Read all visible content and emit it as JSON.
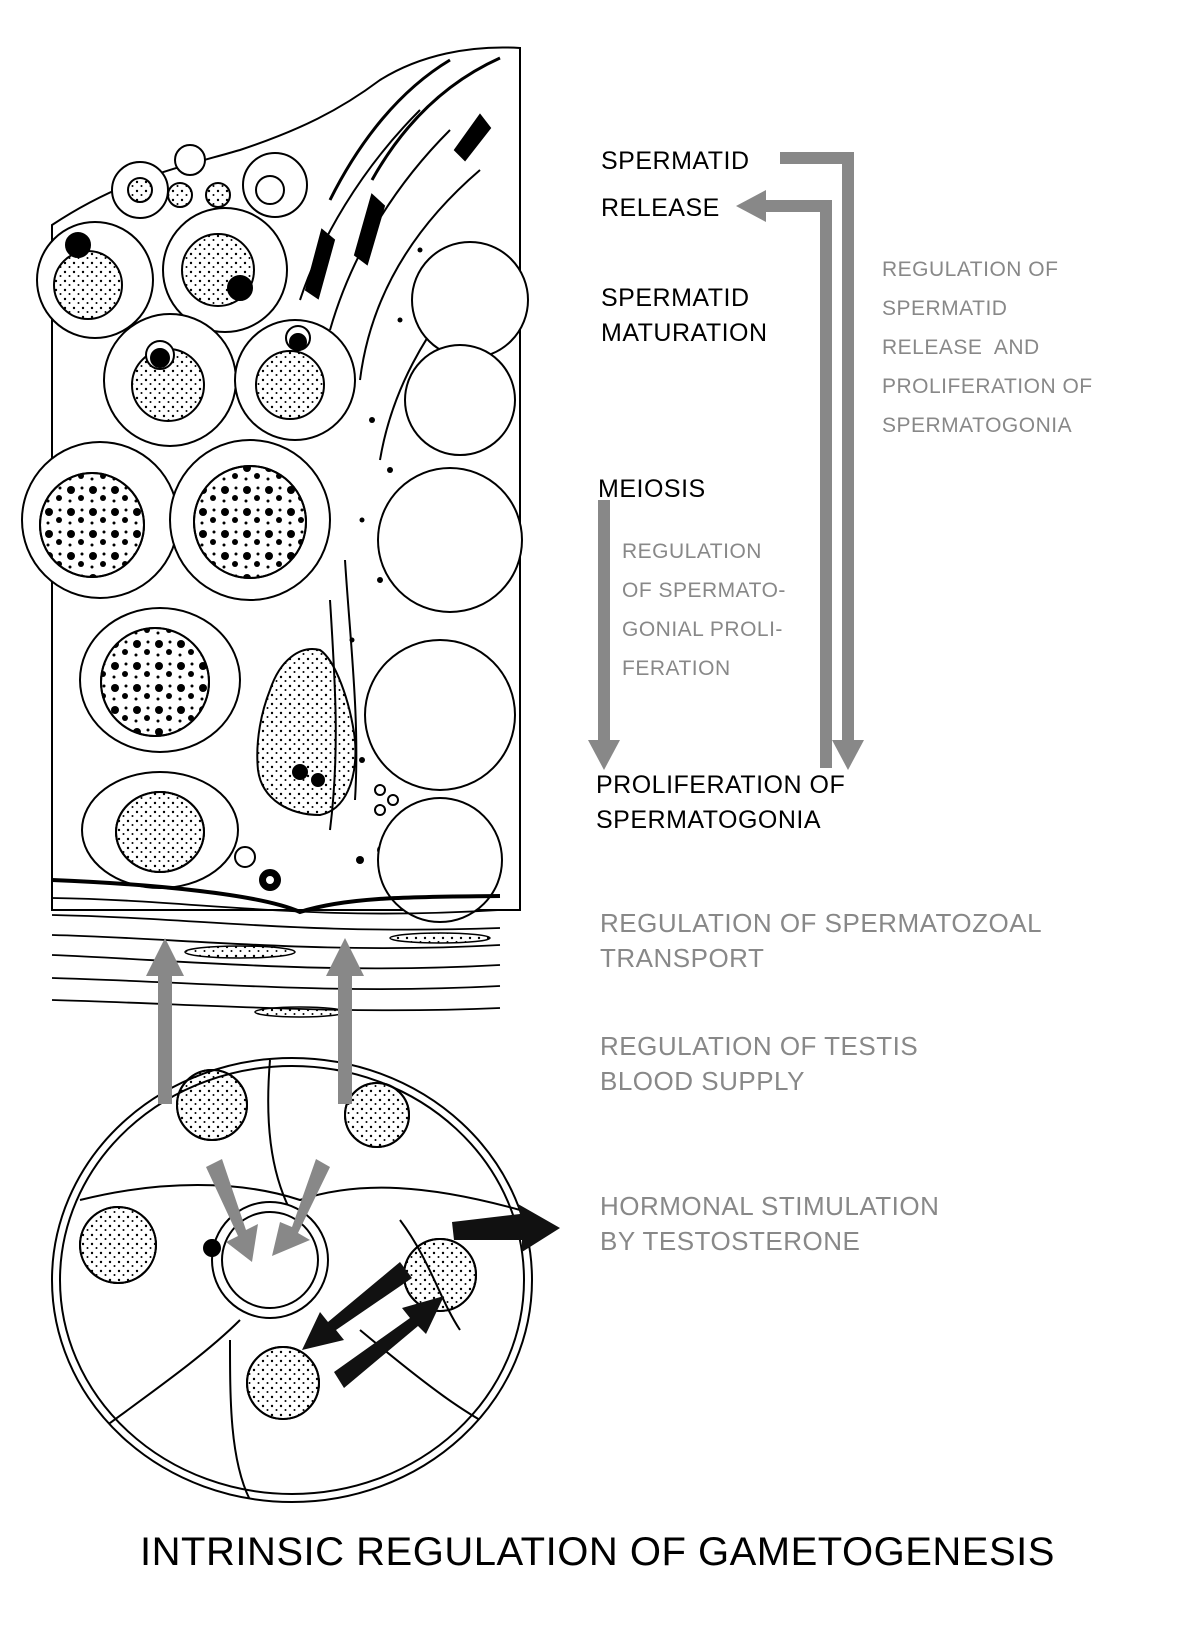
{
  "stages": {
    "spermatid_release": [
      "SPERMATID",
      "RELEASE"
    ],
    "spermatid_maturation": [
      "SPERMATID",
      "MATURATION"
    ],
    "meiosis": "MEIOSIS",
    "proliferation": [
      "PROLIFERATION OF",
      "SPERMATOGONIA"
    ]
  },
  "regulations": {
    "release_and_proliferation": [
      "REGULATION OF",
      "SPERMATID",
      "RELEASE  AND",
      "PROLIFERATION OF",
      "SPERMATOGONIA"
    ],
    "spermatogonial_proliferation": [
      "REGULATION",
      "OF SPERMATO-",
      "GONIAL PROLI-",
      "FERATION"
    ],
    "spermatozoal_transport": [
      "REGULATION OF SPERMATOZOAL",
      "TRANSPORT"
    ],
    "blood_supply": [
      "REGULATION OF TESTIS",
      "BLOOD SUPPLY"
    ],
    "testosterone": [
      "HORMONAL STIMULATION",
      "BY TESTOSTERONE"
    ]
  },
  "title": "INTRINSIC REGULATION OF GAMETOGENESIS",
  "colors": {
    "feedback_arrow": "#888888",
    "hormone_arrow": "#111111",
    "regulation_text": "#888888",
    "stage_text": "#000000"
  }
}
